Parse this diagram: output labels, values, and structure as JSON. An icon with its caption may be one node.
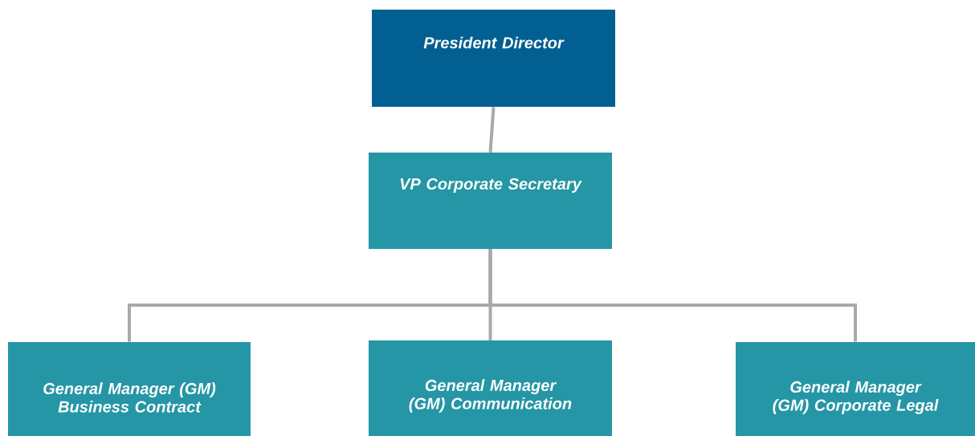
{
  "diagram": {
    "nodes": [
      {
        "text": [
          "President Director"
        ]
      },
      {
        "text": [
          "VP Corporate Secretary"
        ]
      },
      {
        "text": [
          "General Manager (GM) Business Contract"
        ]
      },
      {
        "text": [
          "General Manager (GM) Communication"
        ]
      },
      {
        "text": [
          "General Manager (GM) Corporate Legal"
        ]
      }
    ],
    "edges": [
      {
        "from": 0,
        "to": 1,
        "arrow": "none"
      },
      {
        "from": 1,
        "to": 2,
        "arrow": "none"
      },
      {
        "from": 1,
        "to": 3,
        "arrow": "none"
      },
      {
        "from": 1,
        "to": 4,
        "arrow": "none"
      }
    ]
  }
}
